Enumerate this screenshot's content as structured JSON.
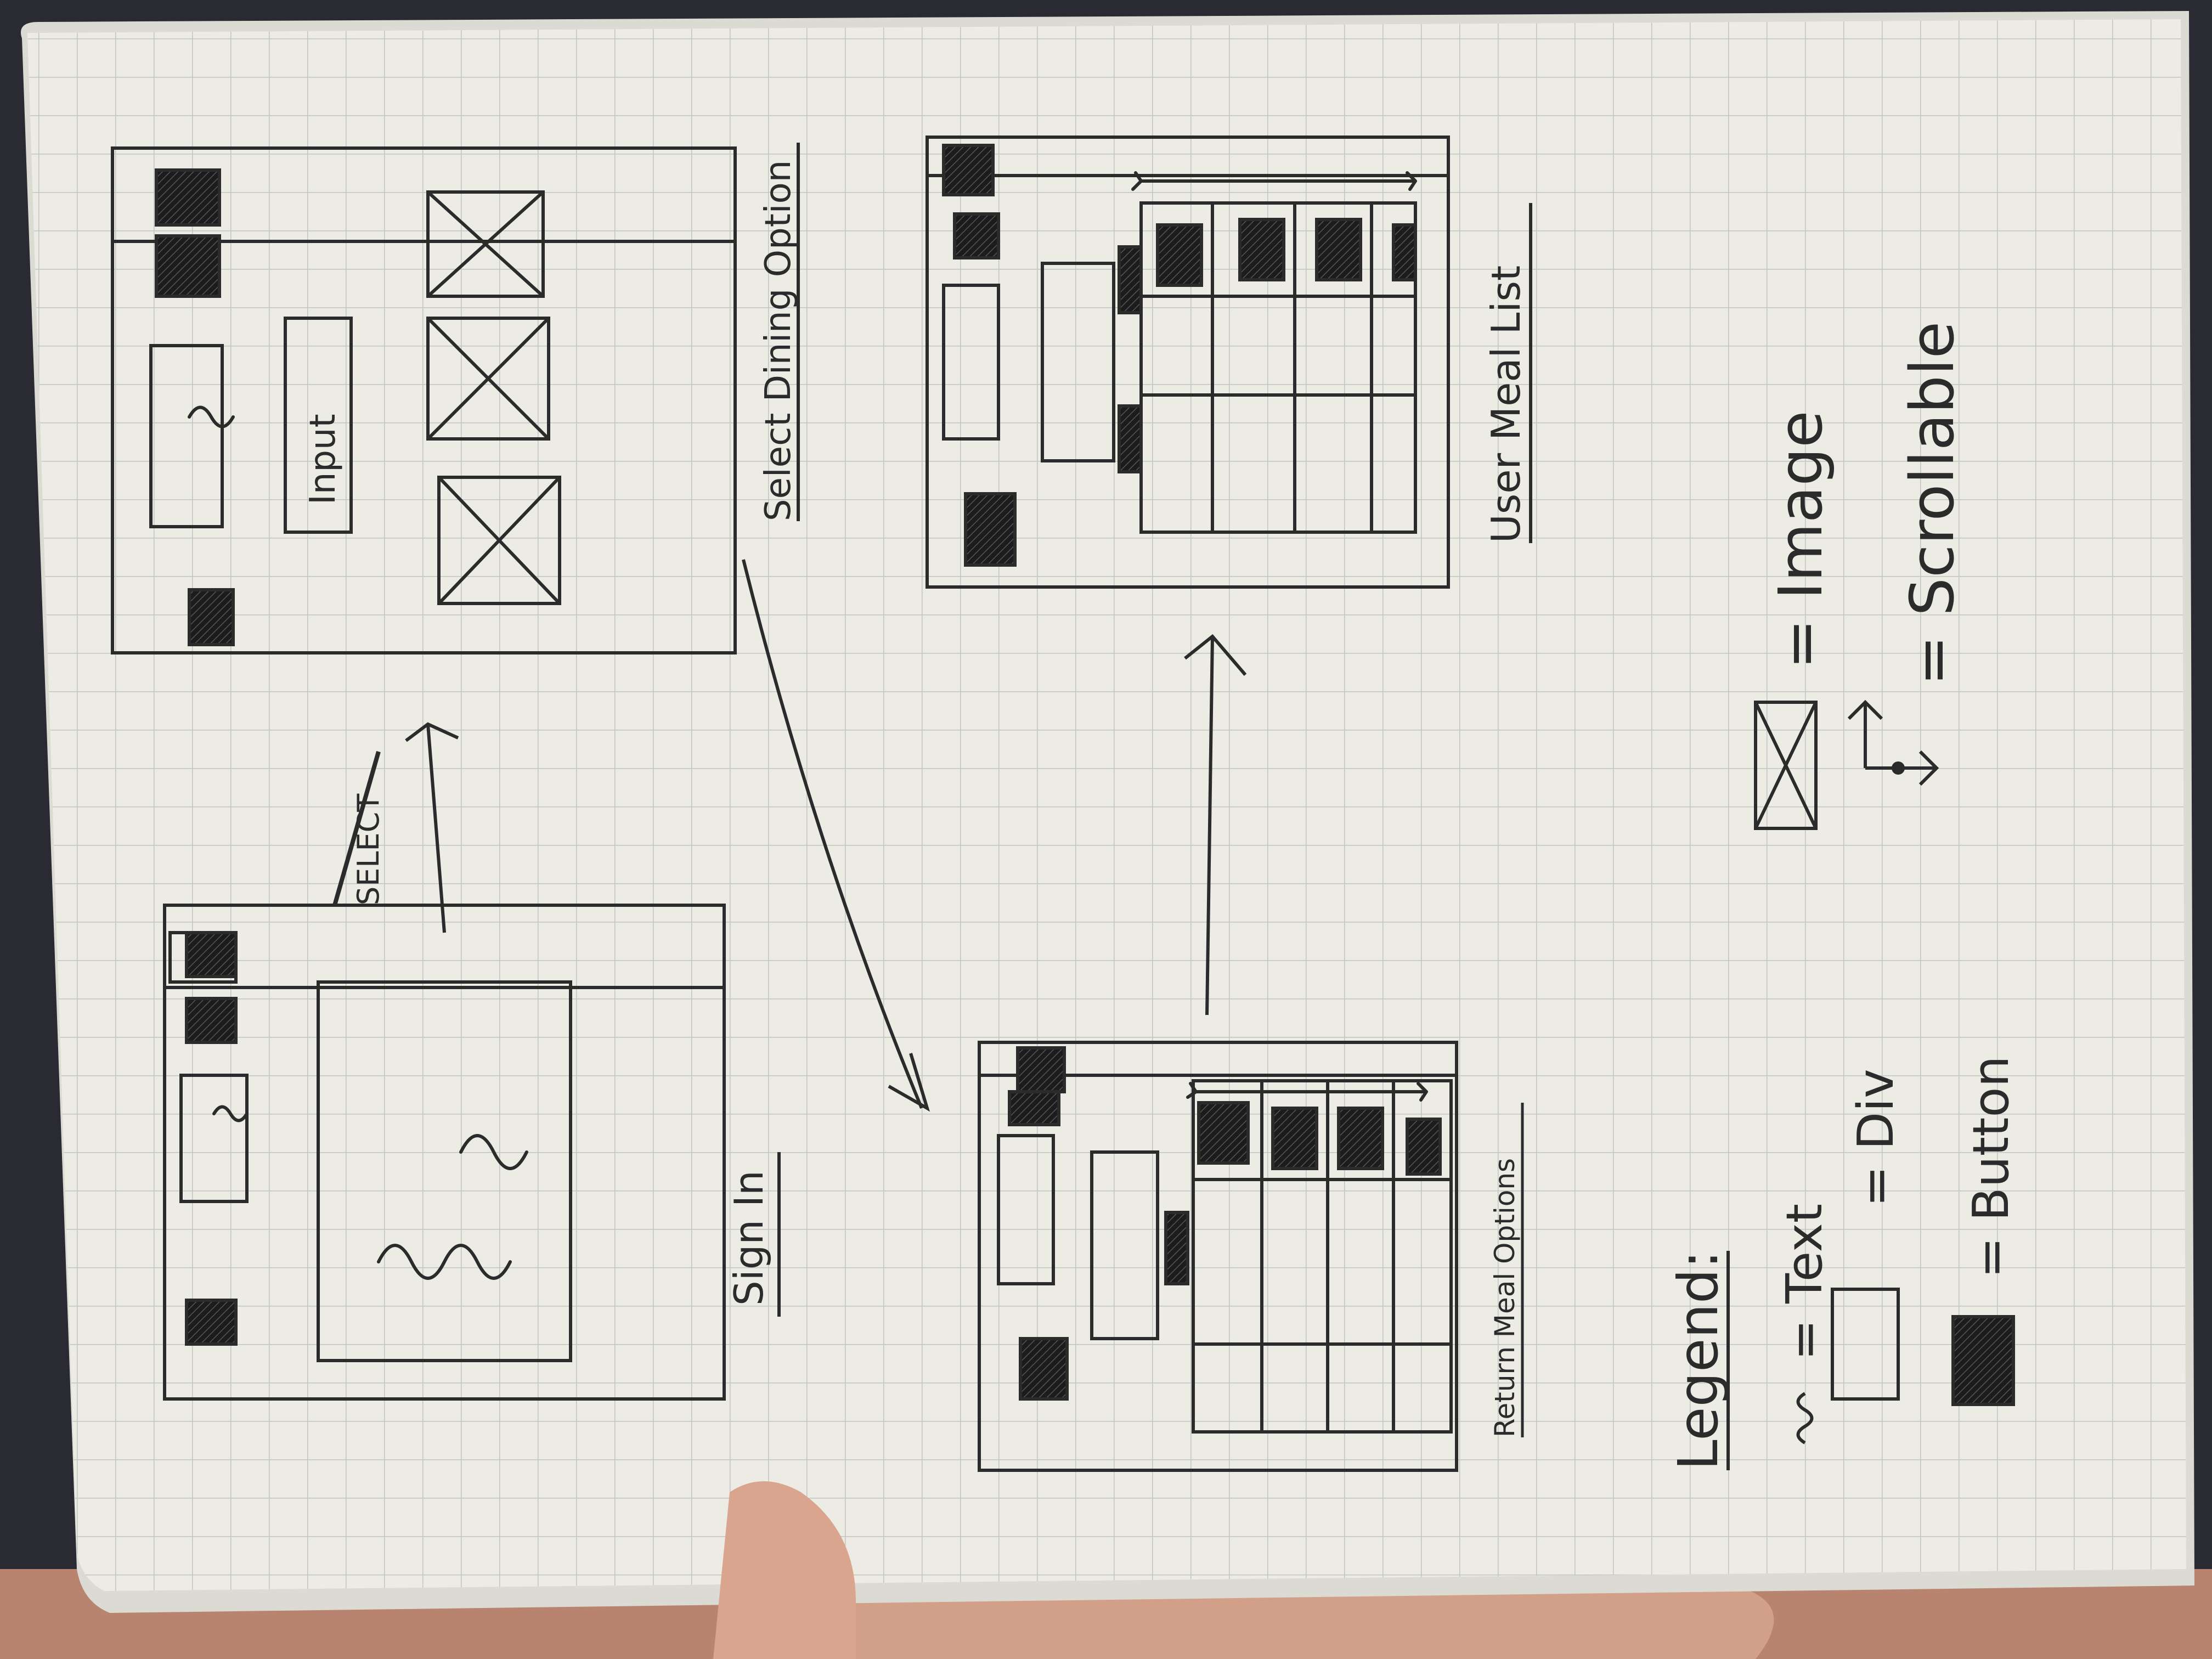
{
  "colors": {
    "background": "#2a2a33",
    "paper": "#ecebe4",
    "grid": "#c7c8c6",
    "ink": "#2b2b2b",
    "skin": "#d9a58e"
  },
  "screens": {
    "sign_in": {
      "title": "Sign In"
    },
    "select_dining": {
      "title": "Select Dining Option",
      "input_label": "Input"
    },
    "return_meal": {
      "title": "Return Meal Options"
    },
    "user_meal": {
      "title": "User Meal List"
    },
    "crossed_note": "SELECT"
  },
  "legend": {
    "title": "Legend:",
    "items": [
      {
        "icon": "text-squiggle-icon",
        "label": "= Text"
      },
      {
        "icon": "div-box-icon",
        "label": "= Div"
      },
      {
        "icon": "button-hatched-icon",
        "label": "= Button"
      },
      {
        "icon": "image-placeholder-icon",
        "label": "= Image"
      },
      {
        "icon": "scroll-arrows-icon",
        "label": "= Scrollable"
      }
    ]
  }
}
